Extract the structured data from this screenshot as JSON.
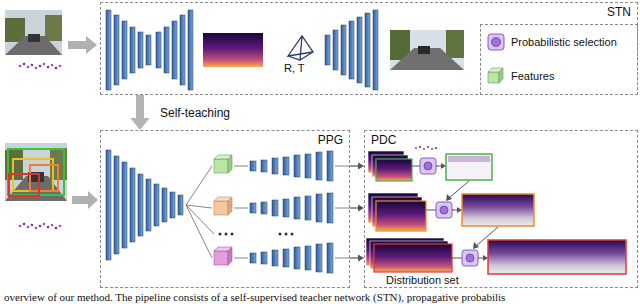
{
  "diagram": {
    "caption": "overview of our method. The pipeline consists of a self-supervised teacher network (STN), propagative probabilis",
    "nodes": [
      {
        "text": [
          "STN"
        ]
      },
      {
        "text": [
          "PPG"
        ]
      },
      {
        "text": [
          "PDC"
        ]
      }
    ],
    "edges": [
      {
        "from": 0,
        "to": 1,
        "arrow": "to",
        "label": "Self-teaching"
      },
      {
        "from": 1,
        "to": 2,
        "arrow": "to"
      },
      {
        "from": 1,
        "to": 2,
        "arrow": "to"
      },
      {
        "from": 1,
        "to": 2,
        "arrow": "to"
      }
    ],
    "labels": [
      "R, T",
      "Distribution set"
    ],
    "legend": [
      {
        "text": "Probabilistic selection"
      },
      {
        "text": "Features"
      }
    ]
  }
}
